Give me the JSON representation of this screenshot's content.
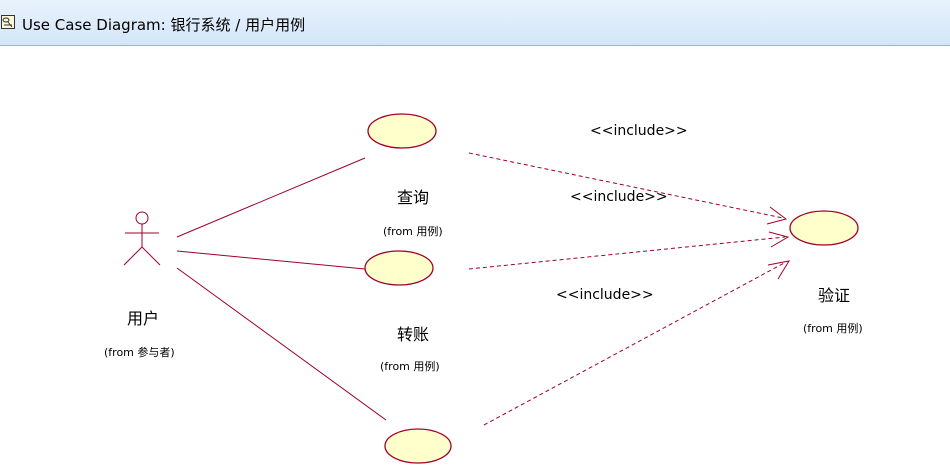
{
  "window": {
    "title": "Use Case Diagram: 银行系统 / 用户用例",
    "icon": "use-case-diagram-icon"
  },
  "diagram": {
    "actor": {
      "name": "用户",
      "from": "(from 参与者)"
    },
    "use_cases": [
      {
        "id": "query",
        "name": "查询",
        "from": "(from 用例)"
      },
      {
        "id": "transfer",
        "name": "转账",
        "from": "(from 用例)"
      },
      {
        "id": "bottom",
        "name": "",
        "from": ""
      },
      {
        "id": "verify",
        "name": "验证",
        "from": "(from 用例)"
      }
    ],
    "include_labels": [
      "<<include>>",
      "<<include>>",
      "<<include>>"
    ],
    "colors": {
      "usecase_fill": "#ffffcc",
      "usecase_stroke": "#a0002a",
      "line": "#a0002a",
      "titlebar": "#d4e6f9"
    }
  }
}
